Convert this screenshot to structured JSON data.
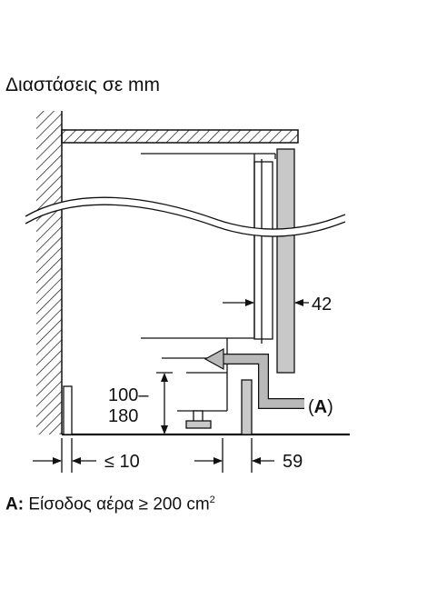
{
  "title": "Διαστάσεις σε mm",
  "labels": {
    "dim_42": "42",
    "dim_100": "100–",
    "dim_180": "180",
    "dim_le10": "≤ 10",
    "dim_59": "59",
    "callout_a_open": "(",
    "callout_a_letter": "A",
    "callout_a_close": ")"
  },
  "legend": {
    "key": "A:",
    "text": "Είσοδος αέρα ≥ 200 cm",
    "superscript": "2"
  },
  "colors": {
    "panel": "#c8c8c8",
    "airflow": "#b9b9b9",
    "line": "#111111"
  }
}
